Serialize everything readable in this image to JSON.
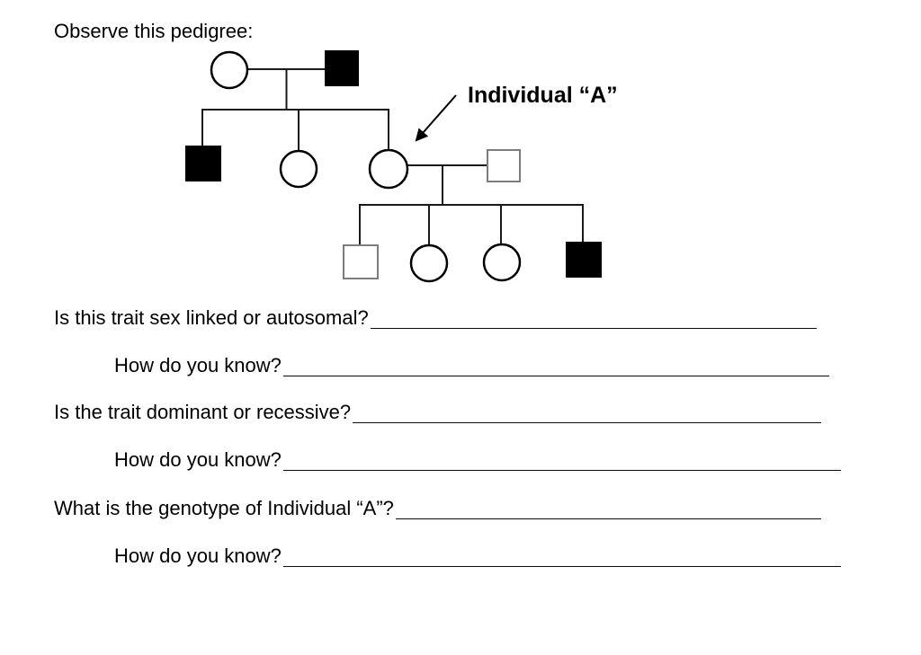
{
  "page": {
    "heading": "Observe this pedigree:"
  },
  "pedigree": {
    "annotation": {
      "label": "Individual “A”",
      "points_to": "II-3"
    },
    "colors": {
      "affected_fill": "#000000",
      "unaffected_fill": "#ffffff",
      "outline": "#000000",
      "unaffected_male_stroke": "#7d7d7d",
      "line": "#1a1a1a"
    },
    "individuals": [
      {
        "id": "I-1",
        "generation": 1,
        "sex": "female",
        "affected": false
      },
      {
        "id": "I-2",
        "generation": 1,
        "sex": "male",
        "affected": true
      },
      {
        "id": "II-1",
        "generation": 2,
        "sex": "male",
        "affected": true
      },
      {
        "id": "II-2",
        "generation": 2,
        "sex": "female",
        "affected": false
      },
      {
        "id": "II-3",
        "generation": 2,
        "sex": "female",
        "affected": false,
        "note": "Individual \"A\""
      },
      {
        "id": "II-4",
        "generation": 2,
        "sex": "male",
        "affected": false
      },
      {
        "id": "III-1",
        "generation": 3,
        "sex": "male",
        "affected": false
      },
      {
        "id": "III-2",
        "generation": 3,
        "sex": "female",
        "affected": false
      },
      {
        "id": "III-3",
        "generation": 3,
        "sex": "female",
        "affected": false
      },
      {
        "id": "III-4",
        "generation": 3,
        "sex": "male",
        "affected": true
      }
    ]
  },
  "questions": [
    {
      "label": "Is this trait sex linked or autosomal?",
      "indent": false
    },
    {
      "label": "How do you know?",
      "indent": true
    },
    {
      "label": "Is the trait dominant or recessive?",
      "indent": false
    },
    {
      "label": "How do you know?",
      "indent": true
    },
    {
      "label": "What is the genotype of Individual “A”?",
      "indent": false
    },
    {
      "label": "How do you know?",
      "indent": true
    }
  ]
}
